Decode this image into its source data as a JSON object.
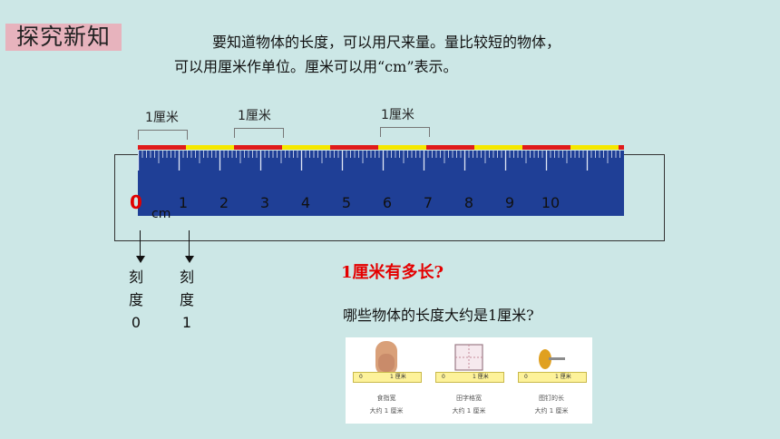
{
  "section_tag": "探究新知",
  "intro": {
    "line1": "要知道物体的长度，可以用尺来量。量比较短的物体，",
    "line2": "可以用厘米作单位。厘米可以用“cm”表示。"
  },
  "ruler": {
    "brace_labels": [
      "1厘米",
      "1厘米",
      "1厘米"
    ],
    "numbers": [
      "1",
      "2",
      "3",
      "4",
      "5",
      "6",
      "7",
      "8",
      "9",
      "10"
    ],
    "zero": "0",
    "unit": "cm",
    "colors": {
      "body": "#1f3f96",
      "segment_red": "#e01b1b",
      "segment_yellow": "#f5e800",
      "zero": "#e20000"
    }
  },
  "marks": [
    {
      "chars": [
        "刻",
        "度"
      ],
      "value": "0"
    },
    {
      "chars": [
        "刻",
        "度"
      ],
      "value": "1"
    }
  ],
  "question1": "1厘米有多长?",
  "question2": "哪些物体的长度大约是1厘米?",
  "examples": [
    {
      "icon": "fingernail-icon",
      "ruler_left": "0",
      "ruler_right": "1 厘米",
      "caption_line1": "食指宽",
      "caption_line2": "大约 1 厘米"
    },
    {
      "icon": "grid-square-icon",
      "ruler_left": "0",
      "ruler_right": "1 厘米",
      "caption_line1": "田字格宽",
      "caption_line2": "大约 1 厘米"
    },
    {
      "icon": "pushpin-icon",
      "ruler_left": "0",
      "ruler_right": "1 厘米",
      "caption_line1": "图钉的长",
      "caption_line2": "大约 1 厘米"
    }
  ]
}
